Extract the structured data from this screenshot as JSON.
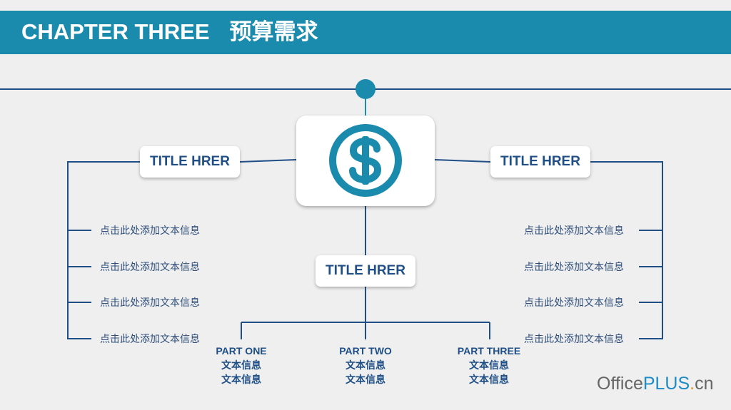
{
  "header": {
    "title_en": "CHAPTER THREE",
    "title_cn": "预算需求"
  },
  "cards": {
    "left_title": "TITLE HRER",
    "right_title": "TITLE HRER",
    "bottom_title": "TITLE HRER"
  },
  "center_icon": "dollar-icon",
  "left_items": [
    "点击此处添加文本信息",
    "点击此处添加文本信息",
    "点击此处添加文本信息",
    "点击此处添加文本信息"
  ],
  "right_items": [
    "点击此处添加文本信息",
    "点击此处添加文本信息",
    "点击此处添加文本信息",
    "点击此处添加文本信息"
  ],
  "parts": [
    {
      "name": "PART ONE",
      "line1": "文本信息",
      "line2": "文本信息"
    },
    {
      "name": "PART TWO",
      "line1": "文本信息",
      "line2": "文本信息"
    },
    {
      "name": "PART THREE",
      "line1": "文本信息",
      "line2": "文本信息"
    }
  ],
  "logo": {
    "office": "Office",
    "plus": "PLUS",
    "dot": ".",
    "cn": "cn"
  },
  "colors": {
    "header": "#1b8bad",
    "line": "#1f4f86",
    "accent": "#1b8bad",
    "text": "#1f4f86"
  }
}
